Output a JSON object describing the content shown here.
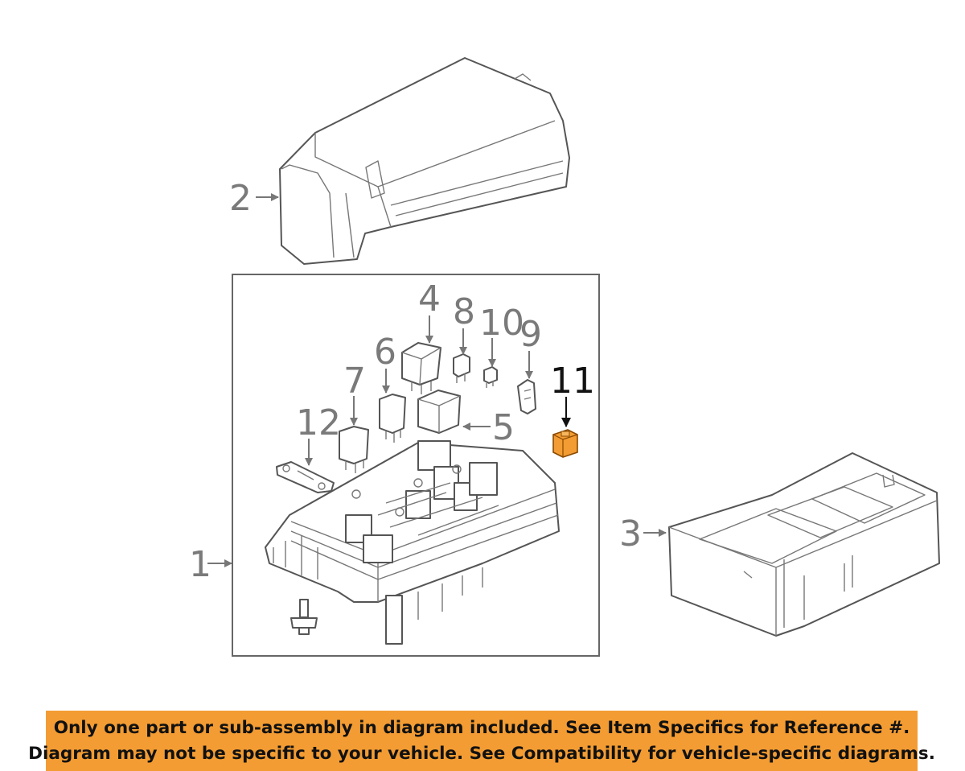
{
  "callouts": {
    "c1": "1",
    "c2": "2",
    "c3": "3",
    "c4": "4",
    "c5": "5",
    "c6": "6",
    "c7": "7",
    "c8": "8",
    "c9": "9",
    "c10": "10",
    "c11": "11",
    "c12": "12"
  },
  "highlight_color": "#f39c33",
  "banner": {
    "line1": "Only one part or sub-assembly in diagram included. See Item Specifics for Reference #.",
    "line2": "Diagram may not be specific to your vehicle. See Compatibility for vehicle-specific diagrams.",
    "background": "#f39c33"
  }
}
